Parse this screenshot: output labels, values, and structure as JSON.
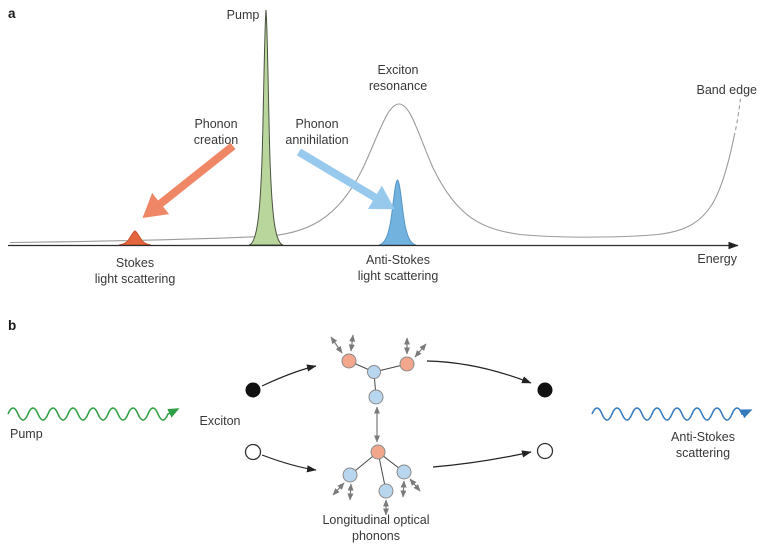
{
  "figure": {
    "panel_a_label": "a",
    "panel_b_label": "b"
  },
  "panel_a": {
    "pump": "Pump",
    "exciton_resonance": [
      "Exciton",
      "resonance"
    ],
    "band_edge": "Band edge",
    "phonon_creation": [
      "Phonon",
      "creation"
    ],
    "phonon_annihilation": [
      "Phonon",
      "annihilation"
    ],
    "stokes": [
      "Stokes",
      "light scattering"
    ],
    "anti_stokes": [
      "Anti-Stokes",
      "light scattering"
    ],
    "energy": "Energy"
  },
  "panel_b": {
    "pump": "Pump",
    "exciton": "Exciton",
    "phonons": [
      "Longitudinal optical",
      "phonons"
    ],
    "anti_stokes": [
      "Anti-Stokes",
      "scattering"
    ]
  },
  "colors": {
    "pump_fill": "#b9d79c",
    "pump_stroke": "#4a5240",
    "stokes_fill": "#e4663e",
    "stokes_stroke": "#c94f2c",
    "anti_stokes_fill": "#72b2df",
    "anti_stokes_stroke": "#5596c6",
    "arrow_orange": "#ef8767",
    "arrow_blue": "#97c9ec",
    "curve_gray": "#9b9b9b",
    "axis_black": "#2b2b2b",
    "wave_green": "#2f9e44",
    "wave_blue": "#3579bd",
    "phonon_orange": "#f2a78c",
    "phonon_blue": "#b9d6ef",
    "exciton_dot_black": "#111111"
  }
}
